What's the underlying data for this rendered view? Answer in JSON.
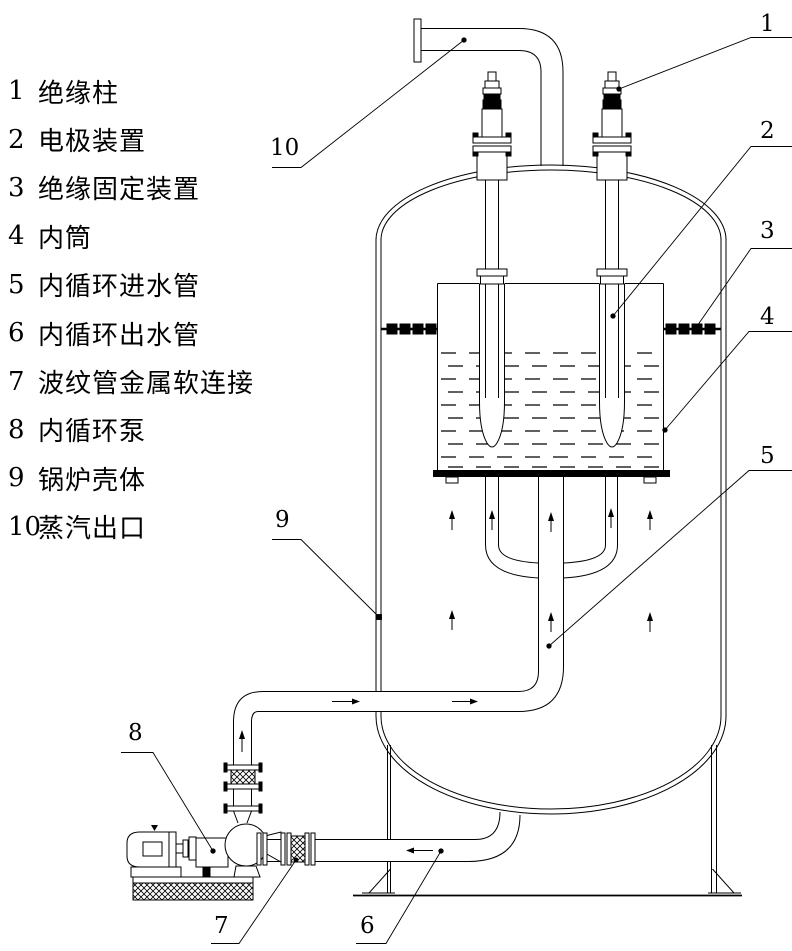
{
  "legend": {
    "items": [
      {
        "num": "1",
        "label": "绝缘柱"
      },
      {
        "num": "2",
        "label": "电极装置"
      },
      {
        "num": "3",
        "label": "绝缘固定装置"
      },
      {
        "num": "4",
        "label": "内筒"
      },
      {
        "num": "5",
        "label": "内循环进水管"
      },
      {
        "num": "6",
        "label": "内循环出水管"
      },
      {
        "num": "7",
        "label": "波纹管金属软连接"
      },
      {
        "num": "8",
        "label": "内循环泵"
      },
      {
        "num": "9",
        "label": "锅炉壳体"
      },
      {
        "num": "10",
        "label": "蒸汽出口"
      }
    ]
  },
  "callouts": {
    "c1": "1",
    "c2": "2",
    "c3": "3",
    "c4": "4",
    "c5": "5",
    "c6": "6",
    "c7": "7",
    "c8": "8",
    "c9": "9",
    "c10": "10"
  },
  "colors": {
    "line": "#000000",
    "background": "#ffffff"
  }
}
